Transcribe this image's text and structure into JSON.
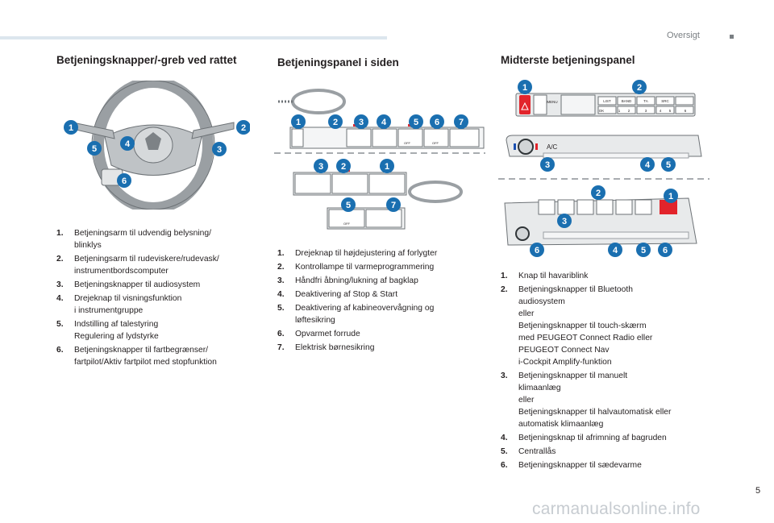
{
  "header": {
    "title": "Oversigt"
  },
  "page_number": "5",
  "watermark": "carmanualsonline.info",
  "sections": {
    "steering": {
      "title": "Betjeningsknapper/-greb ved rattet",
      "items": [
        {
          "num": "1.",
          "text": "Betjeningsarm til udvendig belysning/\nblinklys"
        },
        {
          "num": "2.",
          "text": "Betjeningsarm til rudeviskere/rudevask/\ninstrumentbordscomputer"
        },
        {
          "num": "3.",
          "text": "Betjeningsknapper til audiosystem"
        },
        {
          "num": "4.",
          "text": "Drejeknap til visningsfunktion\ni instrumentgruppe"
        },
        {
          "num": "5.",
          "text": "Indstilling af talestyring\nRegulering af lydstyrke"
        },
        {
          "num": "6.",
          "text": "Betjeningsknapper til fartbegrænser/\nfartpilot/Aktiv fartpilot med stopfunktion"
        }
      ]
    },
    "side_panel": {
      "title": "Betjeningspanel i siden",
      "items": [
        {
          "num": "1.",
          "text": "Drejeknap til højdejustering af forlygter"
        },
        {
          "num": "2.",
          "text": "Kontrollampe til varmeprogrammering"
        },
        {
          "num": "3.",
          "text": "Håndfri åbning/lukning af bagklap"
        },
        {
          "num": "4.",
          "text": "Deaktivering af Stop & Start"
        },
        {
          "num": "5.",
          "text": "Deaktivering af kabineovervågning og\nløftesikring"
        },
        {
          "num": "6.",
          "text": "Opvarmet forrude"
        },
        {
          "num": "7.",
          "text": "Elektrisk børnesikring"
        }
      ]
    },
    "center_panel": {
      "title": "Midterste betjeningspanel",
      "items": [
        {
          "num": "1.",
          "text": "Knap til havariblink"
        },
        {
          "num": "2.",
          "text": "Betjeningsknapper til Bluetooth\naudiosystem\neller\nBetjeningsknapper til touch-skærm\nmed PEUGEOT Connect Radio eller\nPEUGEOT Connect Nav\ni-Cockpit Amplify-funktion"
        },
        {
          "num": "3.",
          "text": "Betjeningsknapper til manuelt\nklimaanlæg\neller\nBetjeningsknapper til halvautomatisk eller\nautomatisk klimaanlæg"
        },
        {
          "num": "4.",
          "text": "Betjeningsknap til afrimning af bagruden"
        },
        {
          "num": "5.",
          "text": "Centrallås"
        },
        {
          "num": "6.",
          "text": "Betjeningsknapper til sædevarme"
        }
      ]
    }
  },
  "illustrations": {
    "radio_labels": {
      "menu": "MENU",
      "list": "LIST",
      "band": "BAND",
      "ta": "TA",
      "src": "SRC",
      "ok": "OK",
      "presets": [
        "1",
        "2",
        "3",
        "4",
        "5",
        "6"
      ]
    },
    "climate_labels": {
      "ac": "A/C"
    },
    "off_label": "OFF",
    "badges": [
      "1",
      "2",
      "3",
      "4",
      "5",
      "6",
      "7"
    ]
  },
  "colors": {
    "badge": "#1a6fb0",
    "accent_red": "#e2242b",
    "topbar": "#dce6ee",
    "watermark": "#c7ccd1"
  }
}
